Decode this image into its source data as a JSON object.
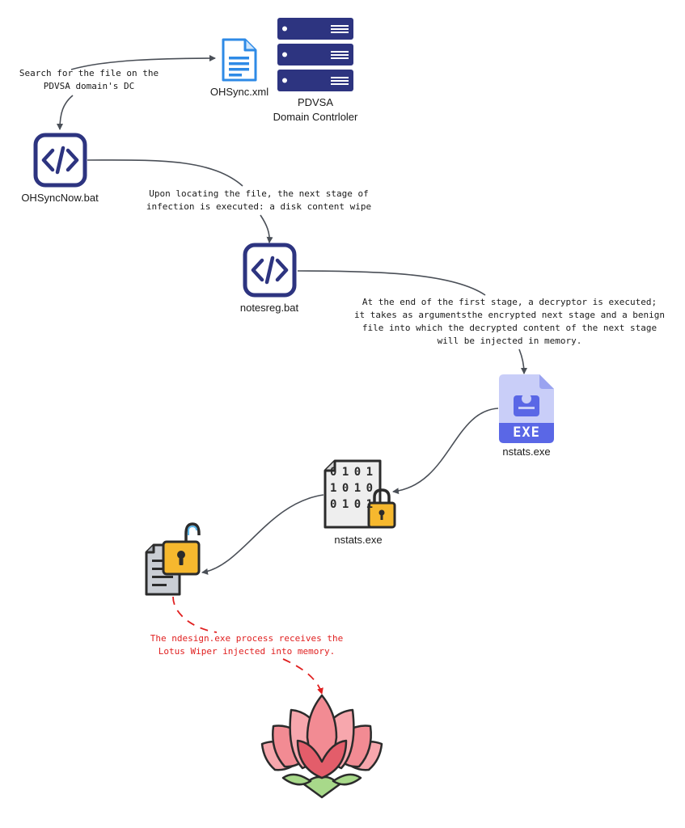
{
  "nodes": {
    "ohsync_xml": {
      "label": "OHSync.xml"
    },
    "domain_controller": {
      "label_line1": "PDVSA",
      "label_line2": "Domain Contrloler"
    },
    "ohsyncnow_bat": {
      "label": "OHSyncNow.bat"
    },
    "notesreg_bat": {
      "label": "notesreg.bat"
    },
    "nstats_exe": {
      "label": "nstats.exe",
      "badge": "EXE"
    },
    "nstats_encrypted": {
      "label": "nstats.exe",
      "bits": [
        "0 1 0 1",
        "1 0 1 0",
        "0 1 0 1"
      ]
    },
    "ndesign_process": {
      "label": ""
    },
    "lotus_wiper": {
      "label": ""
    }
  },
  "notes": {
    "search": "Search for the file on the\nPDVSA domain's DC",
    "locate": "Upon locating the file, the next stage of\ninfection is executed: a disk content wipe",
    "decryptor": "At the end of the first stage, a decryptor is executed;\nit takes as argumentsthe encrypted next stage and a benign\nfile into which the decrypted content of the next stage\nwill be injected in memory.",
    "inject": "The ndesign.exe process receives the\nLotus Wiper injected into memory."
  },
  "colors": {
    "navy": "#2d3480",
    "file_blue": "#2e8ae6",
    "exe_light": "#c9cef8",
    "exe_dark": "#5a67e6",
    "lock_yellow": "#f6b82e",
    "lotus_pink": "#f28b93",
    "lotus_deep": "#e35d6a",
    "leaf_green": "#a8d98a",
    "red_arrow": "#e02020",
    "arrow_gray": "#4a4f57"
  }
}
